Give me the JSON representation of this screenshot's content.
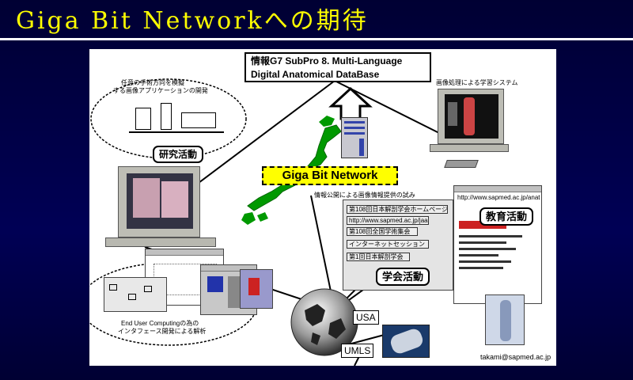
{
  "slide": {
    "title": "Giga Bit Networkへの期待"
  },
  "database": {
    "line1": "情報G7 SubPro 8. Multi-Language",
    "line2": "Digital Anatomical DataBase"
  },
  "network": {
    "label": "Giga Bit Network"
  },
  "research": {
    "label": "研究活動",
    "note_line1": "任意の手術方向を模擬",
    "note_line2": "する画像アプリケーションの開発"
  },
  "education": {
    "label": "教育活動",
    "url": "http://www.sapmed.ac.jp/anat",
    "note": "画像処理による学習システム"
  },
  "academic": {
    "label": "学会活動",
    "caption": "情報公開による画像情報提供の試み",
    "links": [
      "第108回日本解剖学会ホームページ",
      "http://www.sapmed.ac.jp/jaa",
      "第108回全国学術集会",
      "インターネットセッション",
      "第1回日本解剖学会"
    ]
  },
  "end_user": {
    "note_line1": "End User Computingの為の",
    "note_line2": "インタフェース開発による解析"
  },
  "globe": {
    "usa_label": "USA",
    "umls_label": "UMLS"
  },
  "footer": {
    "email": "takami@sapmed.ac.jp"
  },
  "colors": {
    "title": "#ffff00",
    "background": "#000044",
    "network_box": "#ffff00",
    "japan_map": "#009900"
  }
}
